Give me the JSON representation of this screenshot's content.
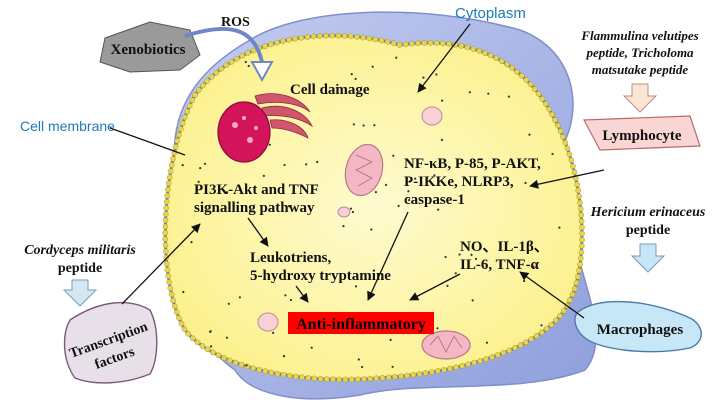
{
  "labels": {
    "ros": "ROS",
    "xenobiotics": "Xenobiotics",
    "cell_damage": "Cell damage",
    "cytoplasm": "Cytoplasm",
    "cell_membrane": "Cell membrane",
    "flammulina_line1": "Flammulina velutipes",
    "flammulina_line2": "peptide, Tricholoma",
    "flammulina_line3": "matsutake peptide",
    "lymphocyte": "Lymphocyte",
    "nfkb_line1": "NF-κB, P-85, P-AKT,",
    "nfkb_line2": "P-IKKe, NLRP3,",
    "nfkb_line3": "caspase-1",
    "pi3k_line1": "PI3K-Akt and TNF",
    "pi3k_line2": "signalling pathway",
    "leuko_line1": "Leukotriens,",
    "leuko_line2": "5-hydroxy tryptamine",
    "hericium_line1": "Hericium erinaceus",
    "hericium_line2": "peptide",
    "no_line1": "NO、IL-1β、",
    "no_line2": "IL-6, TNF-α",
    "cordyceps_line1": "Cordyceps militaris",
    "cordyceps_line2": "peptide",
    "transcription_line1": "Transcription",
    "transcription_line2": "factors",
    "anti_inflammatory": "Anti-inflammatory",
    "macrophages": "Macrophages"
  },
  "colors": {
    "cytoplasm_fill": "#fdf6a6",
    "outer_cell_fill": "#a9b8e8",
    "membrane_dot": "#e8d54a",
    "label_blue": "#1f7ab8",
    "highlight_red": "#ff0000",
    "lymphocyte_fill": "#f9d6d4",
    "macrophage_fill": "#c7e6f6",
    "transcription_fill": "#e8e0e8",
    "xenobiotics_fill": "#9a9a9a"
  }
}
